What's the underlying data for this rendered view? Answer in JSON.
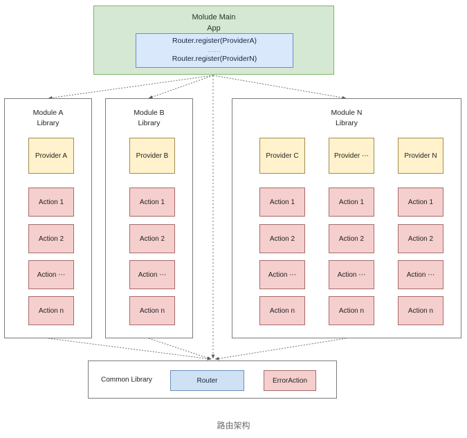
{
  "caption": "路由架构",
  "app": {
    "title_line1": "Molude Main",
    "title_line2": "App",
    "register": {
      "line1": "Router.register(ProviderA)",
      "dots": "......",
      "line2": "Router.register(ProviderN)"
    }
  },
  "modules": [
    {
      "id": "module-a",
      "title_line1": "Module A",
      "title_line2": "Library",
      "columns": [
        {
          "provider": "Provider A",
          "actions": [
            "Action 1",
            "Action 2",
            "Action ⋯",
            "Action n"
          ]
        }
      ]
    },
    {
      "id": "module-b",
      "title_line1": "Module B",
      "title_line2": "Library",
      "columns": [
        {
          "provider": "Provider B",
          "actions": [
            "Action 1",
            "Action 2",
            "Action ⋯",
            "Action n"
          ]
        }
      ]
    },
    {
      "id": "module-n",
      "title_line1": "Module N",
      "title_line2": "Library",
      "columns": [
        {
          "provider": "Provider C",
          "actions": [
            "Action 1",
            "Action 2",
            "Action ⋯",
            "Action n"
          ]
        },
        {
          "provider": "Provider ⋯",
          "actions": [
            "Action 1",
            "Action 2",
            "Action ⋯",
            "Action n"
          ]
        },
        {
          "provider": "Provider N",
          "actions": [
            "Action 1",
            "Action 2",
            "Action ⋯",
            "Action n"
          ]
        }
      ]
    }
  ],
  "common_library": {
    "label": "Common Library",
    "router": "Router",
    "error_action": "ErrorAction"
  },
  "colors": {
    "app_fill": "#d5e8d4",
    "app_stroke": "#82b366",
    "register_fill": "#dae8fc",
    "register_stroke": "#6c8ebf",
    "provider_fill": "#fff2cc",
    "provider_stroke": "#a08d52",
    "action_fill": "#f5cfcd",
    "action_stroke": "#a66a68",
    "router_fill": "#cfe2f3",
    "router_stroke": "#6c8ebf",
    "container_stroke": "#7b7b7b",
    "edge_stroke": "#6e6e6e",
    "caption_text": "#6b6b6b"
  }
}
